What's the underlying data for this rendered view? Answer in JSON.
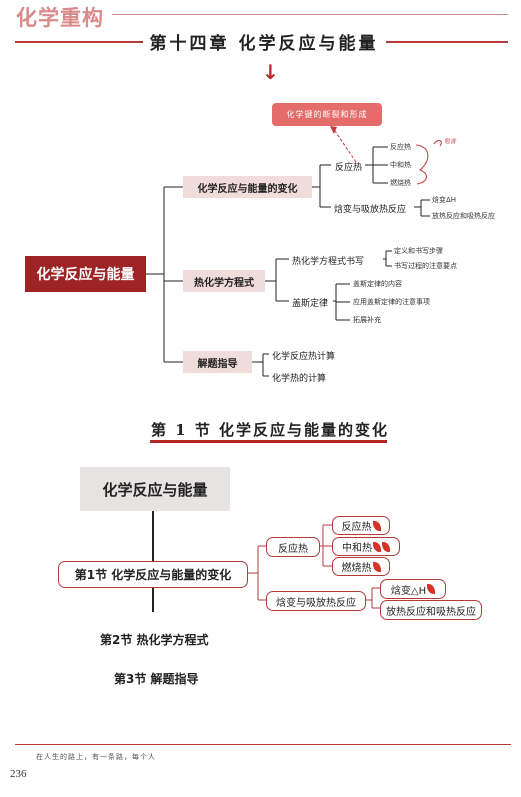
{
  "header": {
    "brand": "化学重构",
    "chapter_title": "第十四章  化学反应与能量"
  },
  "callout": "化学键的断裂和形成",
  "handwritten_note": "包含",
  "map1": {
    "root": "化学反应与能量",
    "branch1": {
      "label": "化学反应与能量的变化",
      "sub1": {
        "label": "反应热",
        "items": [
          "反应热",
          "中和热",
          "燃烧热"
        ]
      },
      "sub2": {
        "label": "焓变与吸放热反应",
        "items": [
          "焓变ΔH",
          "放热反应和吸热反应"
        ]
      }
    },
    "branch2": {
      "label": "热化学方程式",
      "sub1": {
        "label": "热化学方程式书写",
        "items": [
          "定义和书写步骤",
          "书写过程的注意要点"
        ]
      },
      "sub2": {
        "label": "盖斯定律",
        "items": [
          "盖斯定律的内容",
          "应用盖斯定律的注意事项",
          "拓展补充"
        ]
      }
    },
    "branch3": {
      "label": "解题指导",
      "items": [
        "化学反应热计算",
        "化学热的计算"
      ]
    }
  },
  "section_title": "第 1 节  化学反应与能量的变化",
  "map2": {
    "root": "化学反应与能量",
    "section1": "第1节 化学反应与能量的变化",
    "sub1": {
      "label": "反应热",
      "items": [
        "反应热",
        "中和热",
        "燃烧热"
      ]
    },
    "sub2": {
      "label": "焓变与吸放热反应",
      "items": [
        "焓变△H",
        "放热反应和吸热反应"
      ]
    },
    "section2": "第2节 热化学方程式",
    "section3": "第3节 解题指导"
  },
  "footer": {
    "text": "在人生的路上，有一条路，每个人",
    "page": "236"
  },
  "colors": {
    "accent": "#b53a3a",
    "root_fill": "#9e2324",
    "tag_fill": "#f1dcdc",
    "callout": "#e46c6a"
  }
}
